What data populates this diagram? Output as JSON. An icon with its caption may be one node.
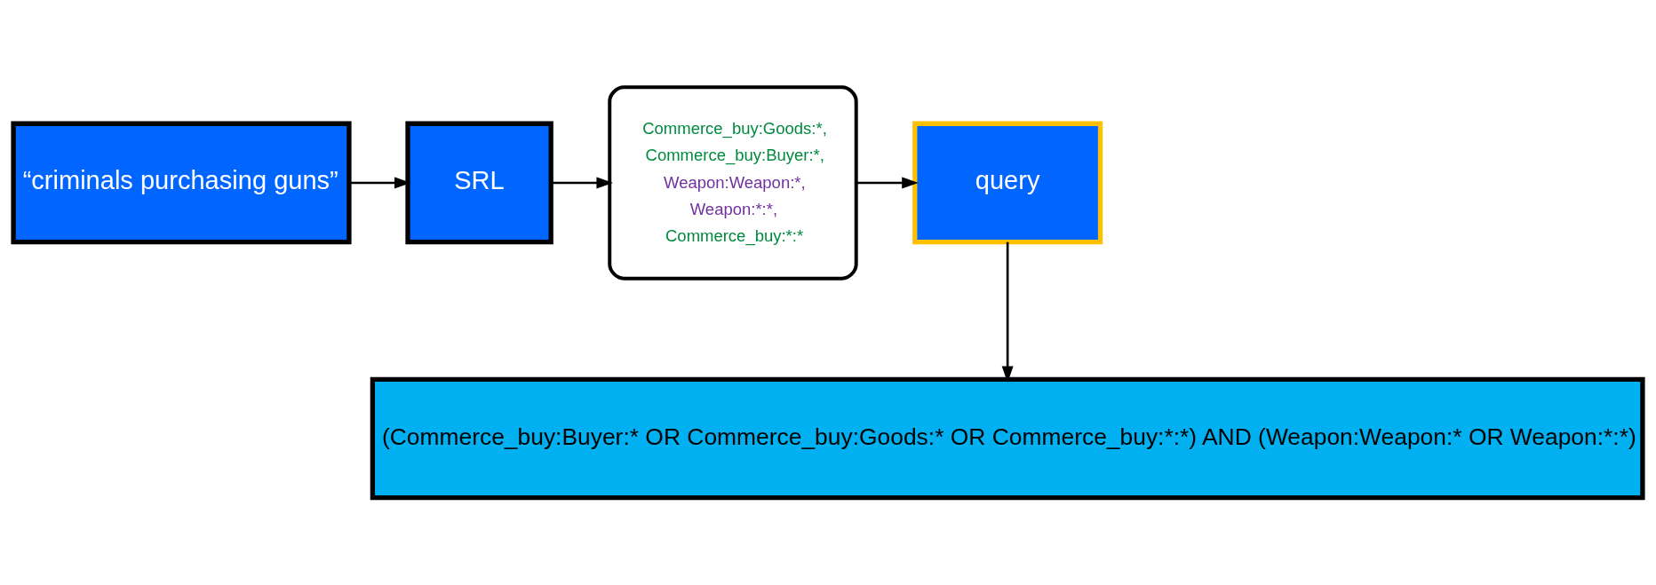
{
  "diagram": {
    "nodes": [
      {
        "text": [
          "“criminals purchasing guns”"
        ]
      },
      {
        "text": [
          "SRL"
        ]
      },
      {
        "text": [
          "Commerce_buy:Goods:*,",
          "Commerce_buy:Buyer:*,",
          "Weapon:Weapon:*,",
          "Weapon:*:*,",
          "Commerce_buy:*:*"
        ]
      },
      {
        "text": [
          "query"
        ]
      },
      {
        "text": [
          "(Commerce_buy:Buyer:* OR Commerce_buy:Goods:* OR Commerce_buy:*:*) AND (Weapon:Weapon:* OR Weapon:*:*)"
        ]
      }
    ],
    "edges": [
      {
        "from": 0,
        "to": 1,
        "arrow": "to"
      },
      {
        "from": 1,
        "to": 2,
        "arrow": "to"
      },
      {
        "from": 2,
        "to": 3,
        "arrow": "to"
      },
      {
        "from": 3,
        "to": 4,
        "arrow": "to"
      }
    ]
  }
}
